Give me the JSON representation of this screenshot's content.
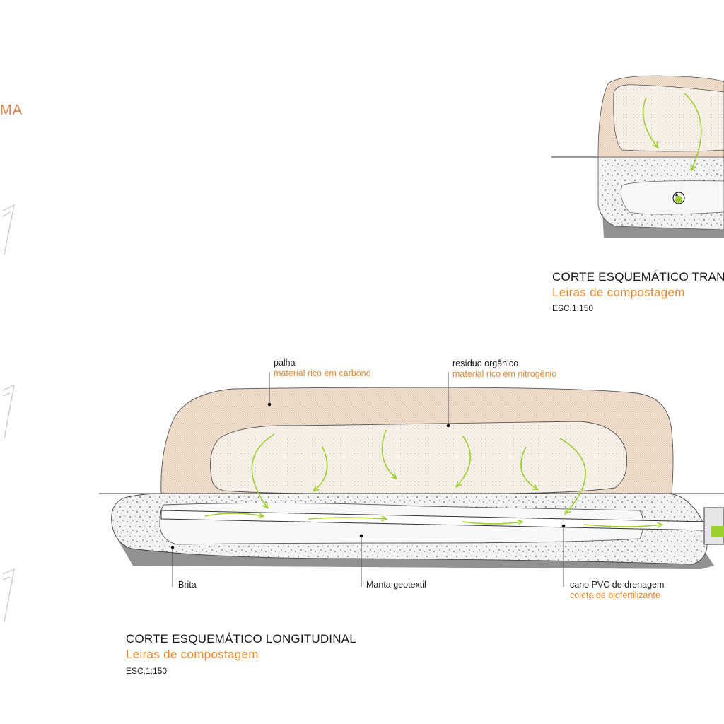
{
  "edge_fragment": "MA",
  "transversal": {
    "title": "CORTE ESQUEMÁTICO TRAN",
    "subtitle": "Leiras de compostagem",
    "scale": "ESC.1:150"
  },
  "longitudinal": {
    "title": "CORTE ESQUEMÁTICO LONGITUDINAL",
    "subtitle": "Leiras de compostagem",
    "scale": "ESC.1:150"
  },
  "labels": {
    "palha": {
      "name": "palha",
      "desc": "material rico em carbono"
    },
    "residuo": {
      "name": "resíduo orgânico",
      "desc": "material rico em nitrogênio"
    },
    "brita": {
      "name": "Brita"
    },
    "manta": {
      "name": "Manta geotextil"
    },
    "cano": {
      "name": "cano PVC de drenagem",
      "desc": "coleta de biofertilizante"
    }
  },
  "colors": {
    "accent_orange": "#e8892e",
    "arrow_green": "#9ccf2e",
    "straw_fill": "#f3e2d2",
    "organic_fill": "#f6f0e8",
    "gravel_fill": "#f2f2f0",
    "base_grey": "#8f928e"
  }
}
